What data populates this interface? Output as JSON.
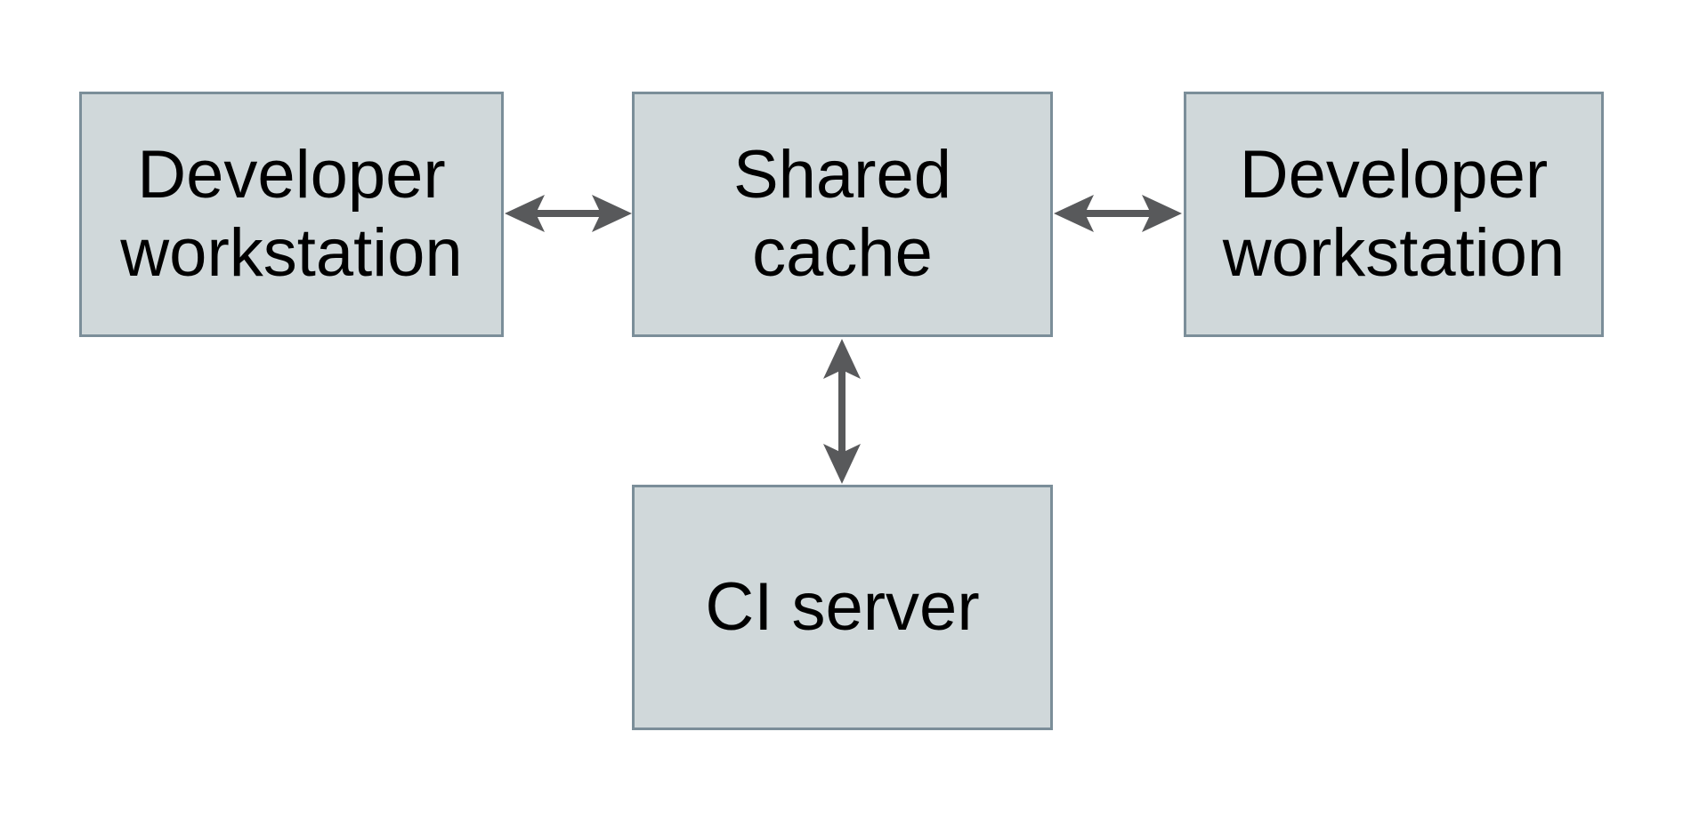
{
  "diagram": {
    "background_color": "#ffffff",
    "node_fill_color": "#d0d8da",
    "node_border_color": "#7b8e99",
    "node_text_color": "#000000",
    "arrow_color": "#58595b",
    "nodes": {
      "developer_workstation_left": {
        "line1": "Developer",
        "line2": "workstation"
      },
      "shared_cache": {
        "line1": "Shared",
        "line2": "cache"
      },
      "developer_workstation_right": {
        "line1": "Developer",
        "line2": "workstation"
      },
      "ci_server": {
        "line1": "CI server"
      }
    },
    "edges": [
      {
        "from": "developer_workstation_left",
        "to": "shared_cache",
        "direction": "bidirectional"
      },
      {
        "from": "shared_cache",
        "to": "developer_workstation_right",
        "direction": "bidirectional"
      },
      {
        "from": "shared_cache",
        "to": "ci_server",
        "direction": "bidirectional"
      }
    ]
  }
}
